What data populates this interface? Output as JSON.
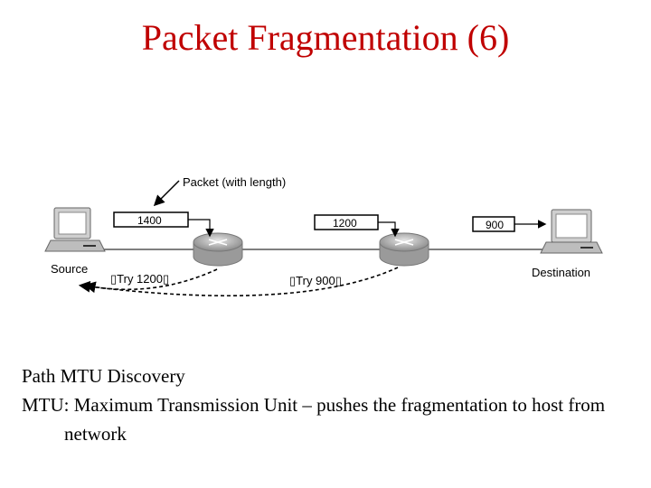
{
  "slide": {
    "title": "Packet Fragmentation (6)"
  },
  "diagram": {
    "callout_label": "Packet (with length)",
    "source_label": "Source",
    "destination_label": "Destination",
    "packets": [
      "1400",
      "1200",
      "900"
    ],
    "feedback": [
      "▯Try 1200▯",
      "▯Try 900▯"
    ]
  },
  "body": {
    "line1": "Path MTU Discovery",
    "line2": "MTU: Maximum Transmission Unit – pushes the fragmentation to host from network"
  }
}
